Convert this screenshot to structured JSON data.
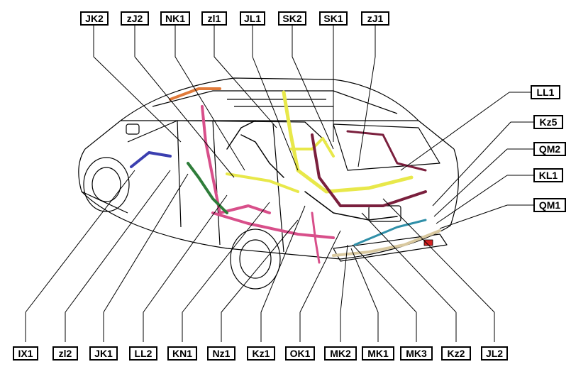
{
  "labels": {
    "top": [
      "JK2",
      "zJ2",
      "NK1",
      "zl1",
      "JL1",
      "SK2",
      "SK1",
      "zJ1"
    ],
    "right": [
      "LL1",
      "Kz5",
      "QM2",
      "KL1",
      "QM1"
    ],
    "bottom": [
      "IX1",
      "zl2",
      "JK1",
      "LL2",
      "KN1",
      "Nz1",
      "Kz1",
      "OK1",
      "MK2",
      "MK1",
      "MK3",
      "Kz2",
      "JL2"
    ]
  },
  "harness_colors": {
    "outline": "#000000",
    "yellow": "#e8e84a",
    "pink": "#d84f8a",
    "maroon": "#7a1f3d",
    "green": "#2f7d3a",
    "blue": "#3b3fb0",
    "orange": "#e07a3a",
    "teal": "#2f8fa8",
    "tan": "#d9c9a0",
    "red": "#d32020"
  }
}
